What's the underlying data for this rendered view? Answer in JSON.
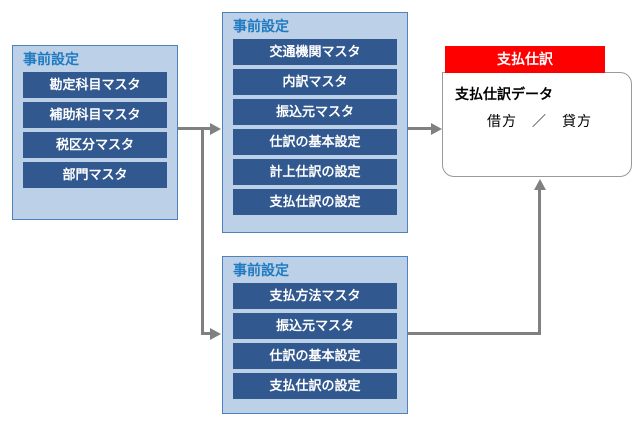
{
  "diagram": {
    "panels": [
      {
        "id": "accounting-master",
        "title": "事前設定",
        "items": [
          "勘定科目マスタ",
          "補助科目マスタ",
          "税区分マスタ",
          "部門マスタ"
        ]
      },
      {
        "id": "journal-settings",
        "title": "事前設定",
        "items": [
          "交通機関マスタ",
          "内訳マスタ",
          "振込元マスタ",
          "仕訳の基本設定",
          "計上仕訳の設定",
          "支払仕訳の設定"
        ]
      },
      {
        "id": "payment-settings",
        "title": "事前設定",
        "items": [
          "支払方法マスタ",
          "振込元マスタ",
          "仕訳の基本設定",
          "支払仕訳の設定"
        ]
      }
    ],
    "result_card": {
      "header": "支払仕訳",
      "line1": "支払仕訳データ",
      "line2": "借方　／　貸方"
    },
    "colors": {
      "panel_fill": "#bcd0e8",
      "panel_border": "#4f81bd",
      "panel_title": "#1f7ac0",
      "item_fill": "#31588f",
      "item_text": "#ffffff",
      "result_header_fill": "#fe0000",
      "connector": "#808080"
    }
  }
}
